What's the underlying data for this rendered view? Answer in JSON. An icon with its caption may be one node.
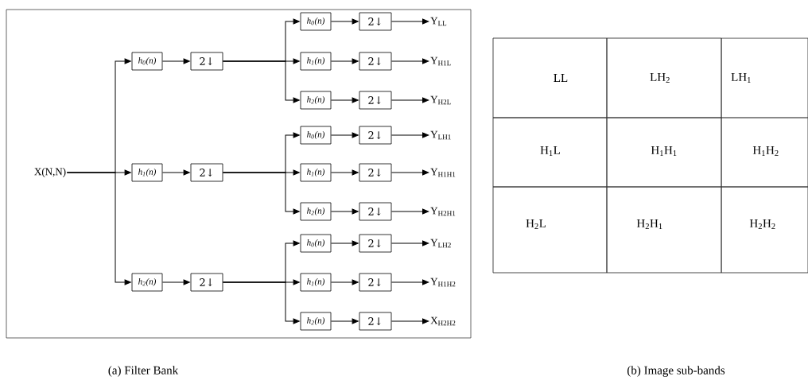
{
  "diagram": {
    "nodes": [
      {
        "text": [
          "X(N,N)"
        ]
      },
      {
        "text": [
          "h$_{0}$(n)"
        ]
      },
      {
        "text": [
          "2↓"
        ]
      },
      {
        "text": [
          "h$_{1}$(n)"
        ]
      },
      {
        "text": [
          "2↓"
        ]
      },
      {
        "text": [
          "h$_{2}$(n)"
        ]
      },
      {
        "text": [
          "2↓"
        ]
      },
      {
        "text": [
          "h$_{0}$(n)"
        ]
      },
      {
        "text": [
          "2↓"
        ]
      },
      {
        "text": [
          "Y$_{LL}$"
        ]
      },
      {
        "text": [
          "h$_{1}$(n)"
        ]
      },
      {
        "text": [
          "2↓"
        ]
      },
      {
        "text": [
          "Y$_{H1L}$"
        ]
      },
      {
        "text": [
          "h$_{2}$(n)"
        ]
      },
      {
        "text": [
          "2↓"
        ]
      },
      {
        "text": [
          "Y$_{H2L}$"
        ]
      },
      {
        "text": [
          "h$_{0}$(n)"
        ]
      },
      {
        "text": [
          "2↓"
        ]
      },
      {
        "text": [
          "Y$_{LH1}$"
        ]
      },
      {
        "text": [
          "h$_{1}$(n)"
        ]
      },
      {
        "text": [
          "2↓"
        ]
      },
      {
        "text": [
          "Y$_{H1H1}$"
        ]
      },
      {
        "text": [
          "h$_{2}$(n)"
        ]
      },
      {
        "text": [
          "2↓"
        ]
      },
      {
        "text": [
          "Y$_{H2H1}$"
        ]
      },
      {
        "text": [
          "h$_{0}$(n)"
        ]
      },
      {
        "text": [
          "2↓"
        ]
      },
      {
        "text": [
          "Y$_{LH2}$"
        ]
      },
      {
        "text": [
          "h$_{1}$(n)"
        ]
      },
      {
        "text": [
          "2↓"
        ]
      },
      {
        "text": [
          "Y$_{H1H2}$"
        ]
      },
      {
        "text": [
          "h$_{2}$(n)"
        ]
      },
      {
        "text": [
          "2↓"
        ]
      },
      {
        "text": [
          "X$_{H2H2}$"
        ]
      }
    ],
    "edges": [
      {
        "from": 0,
        "to": 1,
        "arrow": "to"
      },
      {
        "from": 0,
        "to": 3,
        "arrow": "to"
      },
      {
        "from": 0,
        "to": 5,
        "arrow": "to"
      },
      {
        "from": 1,
        "to": 2,
        "arrow": "to"
      },
      {
        "from": 3,
        "to": 4,
        "arrow": "to"
      },
      {
        "from": 5,
        "to": 6,
        "arrow": "to"
      },
      {
        "from": 2,
        "to": 7,
        "arrow": "to"
      },
      {
        "from": 2,
        "to": 10,
        "arrow": "to"
      },
      {
        "from": 2,
        "to": 13,
        "arrow": "to"
      },
      {
        "from": 4,
        "to": 16,
        "arrow": "to"
      },
      {
        "from": 4,
        "to": 19,
        "arrow": "to"
      },
      {
        "from": 4,
        "to": 22,
        "arrow": "to"
      },
      {
        "from": 6,
        "to": 25,
        "arrow": "to"
      },
      {
        "from": 6,
        "to": 28,
        "arrow": "to"
      },
      {
        "from": 6,
        "to": 31,
        "arrow": "to"
      },
      {
        "from": 7,
        "to": 8,
        "arrow": "to"
      },
      {
        "from": 8,
        "to": 9,
        "arrow": "to"
      },
      {
        "from": 10,
        "to": 11,
        "arrow": "to"
      },
      {
        "from": 11,
        "to": 12,
        "arrow": "to"
      },
      {
        "from": 13,
        "to": 14,
        "arrow": "to"
      },
      {
        "from": 14,
        "to": 15,
        "arrow": "to"
      },
      {
        "from": 16,
        "to": 17,
        "arrow": "to"
      },
      {
        "from": 17,
        "to": 18,
        "arrow": "to"
      },
      {
        "from": 19,
        "to": 20,
        "arrow": "to"
      },
      {
        "from": 20,
        "to": 21,
        "arrow": "to"
      },
      {
        "from": 22,
        "to": 23,
        "arrow": "to"
      },
      {
        "from": 23,
        "to": 24,
        "arrow": "to"
      },
      {
        "from": 25,
        "to": 26,
        "arrow": "to"
      },
      {
        "from": 26,
        "to": 27,
        "arrow": "to"
      },
      {
        "from": 28,
        "to": 29,
        "arrow": "to"
      },
      {
        "from": 29,
        "to": 30,
        "arrow": "to"
      },
      {
        "from": 31,
        "to": 32,
        "arrow": "to"
      },
      {
        "from": 32,
        "to": 33,
        "arrow": "to"
      }
    ],
    "labels": [
      "LL",
      "LH$_{2}$",
      "LH$_{1}$",
      "H$_{1}$L",
      "H$_{1}$H$_{1}$",
      "H$_{1}$H$_{2}$",
      "H$_{2}$L",
      "H$_{2}$H$_{1}$",
      "H$_{2}$H$_{2}$",
      "(a) Filter Bank",
      "(b) Image sub-bands"
    ]
  }
}
